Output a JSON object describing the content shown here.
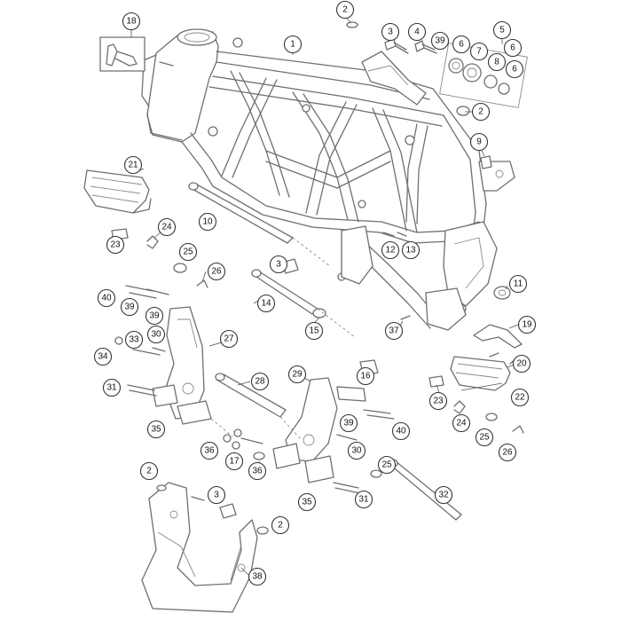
{
  "callouts": [
    {
      "id": "c-1",
      "label": "1"
    },
    {
      "id": "c-2a",
      "label": "2"
    },
    {
      "id": "c-3a",
      "label": "3"
    },
    {
      "id": "c-4",
      "label": "4"
    },
    {
      "id": "c-39a",
      "label": "39"
    },
    {
      "id": "c-5",
      "label": "5"
    },
    {
      "id": "c-6a",
      "label": "6"
    },
    {
      "id": "c-7",
      "label": "7"
    },
    {
      "id": "c-6b",
      "label": "6"
    },
    {
      "id": "c-8",
      "label": "8"
    },
    {
      "id": "c-6c",
      "label": "6"
    },
    {
      "id": "c-18",
      "label": "18"
    },
    {
      "id": "c-2b",
      "label": "2"
    },
    {
      "id": "c-9",
      "label": "9"
    },
    {
      "id": "c-21",
      "label": "21"
    },
    {
      "id": "c-10",
      "label": "10"
    },
    {
      "id": "c-24a",
      "label": "24"
    },
    {
      "id": "c-23a",
      "label": "23"
    },
    {
      "id": "c-25a",
      "label": "25"
    },
    {
      "id": "c-12",
      "label": "12"
    },
    {
      "id": "c-13",
      "label": "13"
    },
    {
      "id": "c-3b",
      "label": "3"
    },
    {
      "id": "c-26a",
      "label": "26"
    },
    {
      "id": "c-40a",
      "label": "40"
    },
    {
      "id": "c-39b",
      "label": "39"
    },
    {
      "id": "c-14",
      "label": "14"
    },
    {
      "id": "c-11",
      "label": "11"
    },
    {
      "id": "c-39c",
      "label": "39"
    },
    {
      "id": "c-30a",
      "label": "30"
    },
    {
      "id": "c-27",
      "label": "27"
    },
    {
      "id": "c-15",
      "label": "15"
    },
    {
      "id": "c-37",
      "label": "37"
    },
    {
      "id": "c-19",
      "label": "19"
    },
    {
      "id": "c-33",
      "label": "33"
    },
    {
      "id": "c-34",
      "label": "34"
    },
    {
      "id": "c-20",
      "label": "20"
    },
    {
      "id": "c-16",
      "label": "16"
    },
    {
      "id": "c-29",
      "label": "29"
    },
    {
      "id": "c-28",
      "label": "28"
    },
    {
      "id": "c-31a",
      "label": "31"
    },
    {
      "id": "c-22",
      "label": "22"
    },
    {
      "id": "c-23b",
      "label": "23"
    },
    {
      "id": "c-39d",
      "label": "39"
    },
    {
      "id": "c-35a",
      "label": "35"
    },
    {
      "id": "c-24b",
      "label": "24"
    },
    {
      "id": "c-40b",
      "label": "40"
    },
    {
      "id": "c-25b",
      "label": "25"
    },
    {
      "id": "c-36a",
      "label": "36"
    },
    {
      "id": "c-30b",
      "label": "30"
    },
    {
      "id": "c-26b",
      "label": "26"
    },
    {
      "id": "c-17",
      "label": "17"
    },
    {
      "id": "c-36b",
      "label": "36"
    },
    {
      "id": "c-25c",
      "label": "25"
    },
    {
      "id": "c-2c",
      "label": "2"
    },
    {
      "id": "c-3c",
      "label": "3"
    },
    {
      "id": "c-32",
      "label": "32"
    },
    {
      "id": "c-35b",
      "label": "35"
    },
    {
      "id": "c-31b",
      "label": "31"
    },
    {
      "id": "c-2d",
      "label": "2"
    },
    {
      "id": "c-38",
      "label": "38"
    }
  ],
  "colors": {
    "line": "#6f6f6f",
    "callout_stroke": "#333333",
    "background": "#ffffff"
  }
}
